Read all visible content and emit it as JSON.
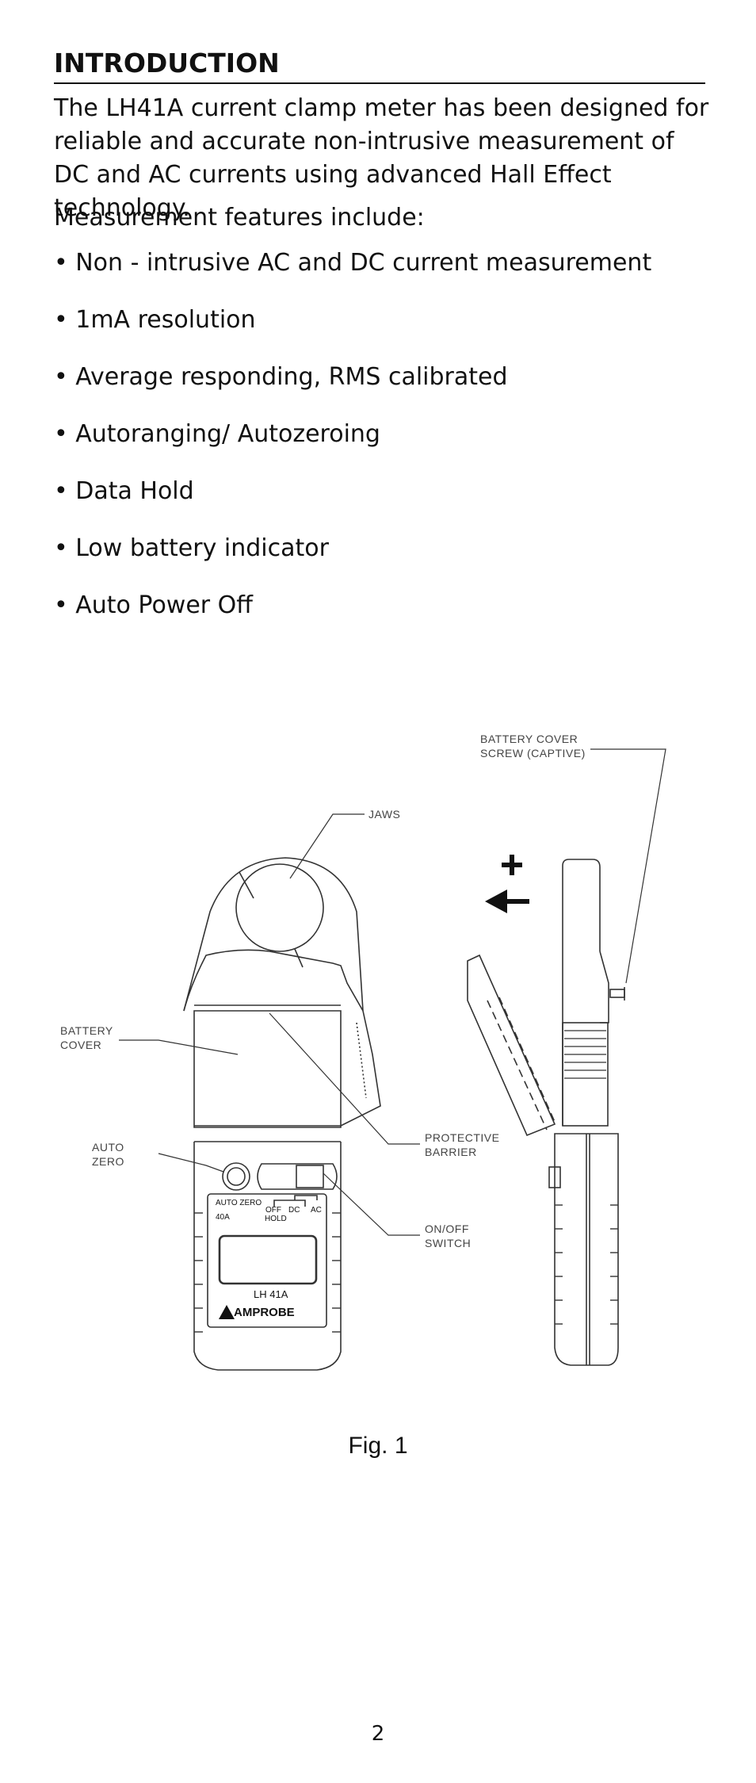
{
  "heading": "INTRODUCTION",
  "intro": "The LH41A current clamp meter has been designed for reliable and accurate non-intrusive measurement of DC and AC currents using advanced Hall Effect technology.",
  "lead": "Measurement features include:",
  "features": [
    "• Non - intrusive AC and DC current measurement",
    "• 1mA resolution",
    "• Average responding, RMS calibrated",
    "•  Autoranging/ Autozeroing",
    "• Data Hold",
    "• Low battery indicator",
    "• Auto Power Off"
  ],
  "figure": {
    "labels": {
      "battery_cover_screw_1": "BATTERY COVER",
      "battery_cover_screw_2": "SCREW (CAPTIVE)",
      "jaws": "JAWS",
      "battery_cover_1": "BATTERY",
      "battery_cover_2": "COVER",
      "protective_barrier_1": "PROTECTIVE",
      "protective_barrier_2": "BARRIER",
      "auto_zero_1": "AUTO",
      "auto_zero_2": "ZERO",
      "on_off_switch_1": "ON/OFF",
      "on_off_switch_2": "SWITCH"
    },
    "panel": {
      "auto_zero": "AUTO ZERO",
      "range": "40A",
      "off": "OFF",
      "dc": "DC",
      "ac": "AC",
      "hold": "HOLD",
      "model": "LH 41A",
      "brand": "AMPROBE"
    },
    "caption": "Fig. 1"
  },
  "page_number": "2"
}
